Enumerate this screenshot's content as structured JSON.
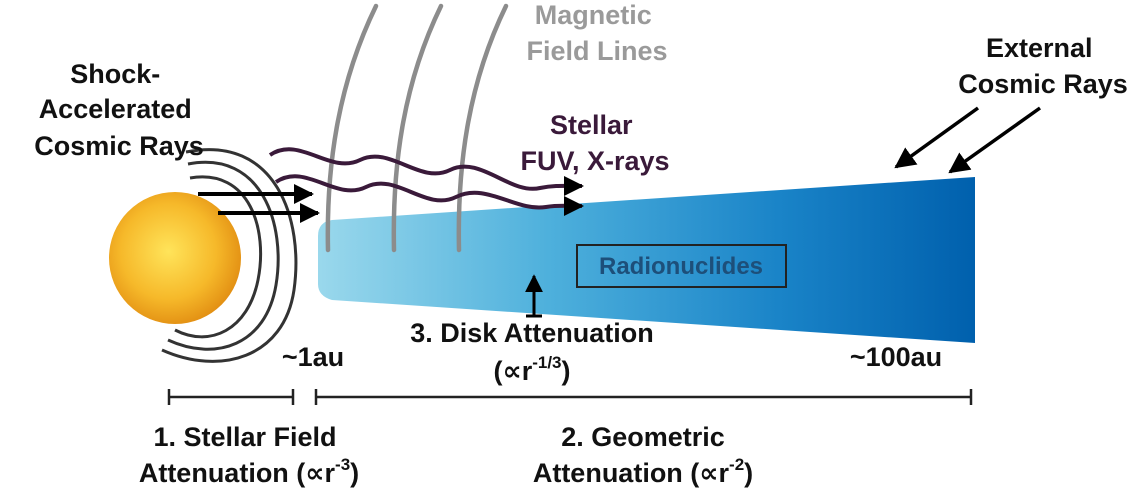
{
  "labels": {
    "shock_rays": [
      "Shock-",
      "Accelerated",
      "Cosmic Rays"
    ],
    "magnetic": [
      "Magnetic",
      "Field Lines"
    ],
    "stellar": [
      "Stellar",
      "FUV, X-rays"
    ],
    "external": [
      "External",
      "Cosmic Rays"
    ],
    "radionuclides": "Radionuclides",
    "disk_attenuation": "3. Disk Attenuation",
    "disk_formula_prefix": "(∝r",
    "disk_formula_exp": "-1/3",
    "disk_formula_suffix": ")",
    "au_1": "~1au",
    "au_100": "~100au",
    "stellar_field_line1": "1. Stellar Field",
    "stellar_field_line2_prefix": "Attenuation (∝r",
    "stellar_field_exp": "-3",
    "stellar_field_suffix": ")",
    "geometric_line1": "2. Geometric",
    "geometric_line2_prefix": "Attenuation (∝r",
    "geometric_exp": "-2",
    "geometric_suffix": ")"
  },
  "colors": {
    "star_center": "#ffd84a",
    "star_edge": "#e39412",
    "disk_inner": "#8fd3ea",
    "disk_outer": "#0066b2",
    "field_lines": "#8c8c8c",
    "fuv_waves": "#3a1a3a",
    "arrows": "#000000"
  }
}
